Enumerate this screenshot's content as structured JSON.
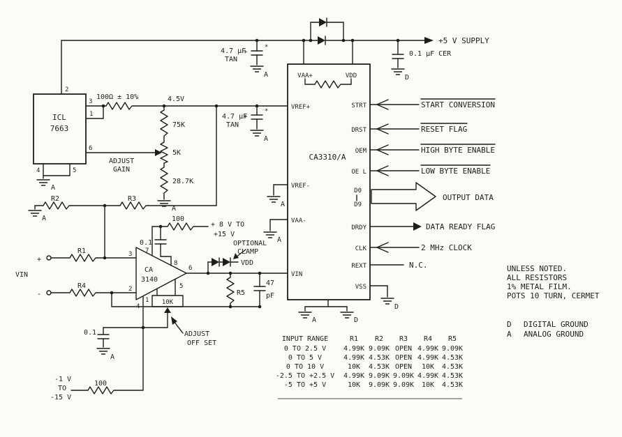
{
  "supply": {
    "plus5": "+5 V SUPPLY",
    "cer_cap": "0.1 μF CER",
    "cer_gnd": "D",
    "tan1_value": "4.7 μF",
    "tan1_type": "TAN",
    "tan1_plus": "+",
    "tan1_star": "*",
    "tan1_gnd": "A",
    "tan2_value": "4.7 μF",
    "tan2_type": "TAN",
    "tan2_plus": "+",
    "tan2_star": "*",
    "tan2_gnd": "A"
  },
  "regulator": {
    "name1": "ICL",
    "name2": "7663",
    "pin2": "2",
    "pin3": "3",
    "pin1": "1",
    "pin6": "6",
    "pin4": "4",
    "pin5": "5",
    "res100": "100Ω ± 10%",
    "v45": "4.5V",
    "r75k": "75K",
    "r5k": "5K",
    "r287k": "28.7K",
    "adjust1": "ADJUST",
    "adjust2": "GAIN",
    "gnd": "A",
    "divider_gnd": "A"
  },
  "adc": {
    "name": "CA3310/A",
    "pin_vaa_plus": "VAA+",
    "pin_vdd": "VDD",
    "pin_vref_plus": "VREF+",
    "pin_strt": "STRT",
    "pin_drst": "DRST",
    "pin_oem": "OEM",
    "pin_oel": "OE L",
    "pin_vref_minus": "VREF-",
    "pin_d0": "D0",
    "pin_d9": "D9",
    "pin_vaa_minus": "VAA-",
    "pin_drdy": "DRDY",
    "pin_clk": "CLK",
    "pin_vin": "VIN",
    "pin_rext": "REXT",
    "pin_vss": "VSS",
    "gnd_vref": "A",
    "gnd_vaa": "A",
    "gnd_a": "A",
    "gnd_d": "D",
    "gnd_vss": "D"
  },
  "signals": {
    "start": "START CONVERSION",
    "reset": "RESET FLAG",
    "high_byte": "HIGH BYTE ENABLE",
    "low_byte": "LOW BYTE ENABLE",
    "output_data": "OUTPUT DATA",
    "data_ready": "DATA READY FLAG",
    "clock": "2 MHz CLOCK",
    "nc": "N.C."
  },
  "amp": {
    "name1": "CA",
    "name2": "3140",
    "pin1": "1",
    "pin2": "2",
    "pin3": "3",
    "pin4": "4",
    "pin5": "5",
    "pin6": "6",
    "pin7": "7",
    "pin8": "8",
    "r1": "R1",
    "r2": "R2",
    "r3": "R3",
    "r4": "R4",
    "r5": "R5",
    "vin": "VIN",
    "in_plus": "+",
    "in_minus": "-",
    "r100_top": "100",
    "cap_top": "0.1",
    "pos_supply1": "+ 8 V TO",
    "pos_supply2": "+15 V",
    "clamp1": "OPTIONAL",
    "clamp2": "CLAMP",
    "clamp_vdd": "VDD",
    "pot": "10K",
    "offset1": "ADJUST",
    "offset2": "OFF SET",
    "cap47a": "47",
    "cap47b": "pF",
    "cap_bot": "0.1",
    "cap_bot_gnd": "A",
    "neg1": "-1 V",
    "neg2": "TO",
    "neg3": "-15 V",
    "r100_bot": "100",
    "r2_gnd": "A"
  },
  "notes": {
    "l1": "UNLESS NOTED.",
    "l2": "ALL RESISTORS",
    "l3": "1% METAL FILM.",
    "l4": "POTS 10 TURN, CERMET",
    "d_key": "D",
    "d_text": "DIGITAL GROUND",
    "a_key": "A",
    "a_text": "ANALOG GROUND"
  },
  "table": {
    "headers": [
      "INPUT RANGE",
      "R1",
      "R2",
      "R3",
      "R4",
      "R5"
    ],
    "rows": [
      [
        "0 TO 2.5 V",
        "4.99K",
        "9.09K",
        "OPEN",
        "4.99K",
        "9.09K"
      ],
      [
        "0 TO 5 V",
        "4.99K",
        "4.53K",
        "OPEN",
        "4.99K",
        "4.53K"
      ],
      [
        "0 TO 10 V",
        "10K",
        "4.53K",
        "OPEN",
        "10K",
        "4.53K"
      ],
      [
        "-2.5 TO +2.5 V",
        "4.99K",
        "9.09K",
        "9.09K",
        "4.99K",
        "4.53K"
      ],
      [
        "-5 TO +5 V",
        "10K",
        "9.09K",
        "9.09K",
        "10K",
        "4.53K"
      ]
    ]
  }
}
